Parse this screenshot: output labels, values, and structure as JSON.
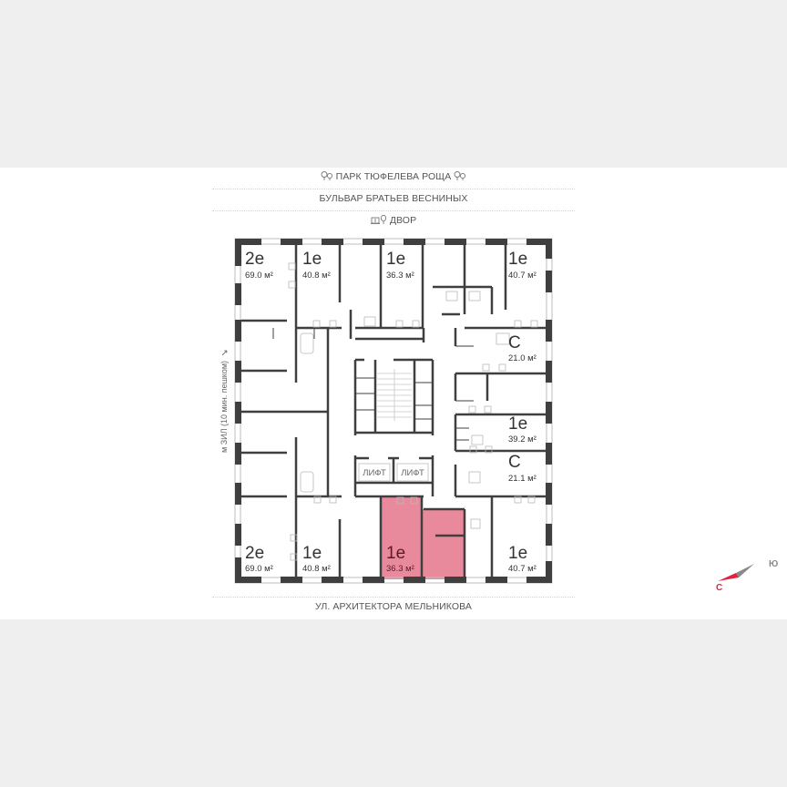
{
  "streets": {
    "park": "ПАРК ТЮФЕЛЕВА РОЩА",
    "boulevard": "БУЛЬВАР БРАТЬЕВ ВЕСНИНЫХ",
    "yard": "ДВОР",
    "street_bottom": "УЛ. АРХИТЕКТОРА МЕЛЬНИКОВА",
    "metro": "м ЗИЛ (10 мин. пешком)"
  },
  "compass": {
    "north": "С",
    "south": "Ю",
    "north_color": "#e0243f",
    "south_color": "#8a8a8a"
  },
  "colors": {
    "wall": "#3f3f3f",
    "highlight": "#e98a9c",
    "background": "#efefef",
    "panel": "#ffffff"
  },
  "lifts": [
    "ЛИФТ",
    "ЛИФТ"
  ],
  "units": [
    {
      "type": "2е",
      "area": "69.0 м²",
      "highlighted": false
    },
    {
      "type": "1е",
      "area": "40.8 м²",
      "highlighted": false
    },
    {
      "type": "1е",
      "area": "36.3 м²",
      "highlighted": false
    },
    {
      "type": "1е",
      "area": "40.7 м²",
      "highlighted": false
    },
    {
      "type": "С",
      "area": "21.0 м²",
      "highlighted": false
    },
    {
      "type": "1е",
      "area": "39.2 м²",
      "highlighted": false
    },
    {
      "type": "С",
      "area": "21.1 м²",
      "highlighted": false
    },
    {
      "type": "2е",
      "area": "69.0 м²",
      "highlighted": false
    },
    {
      "type": "1е",
      "area": "40.8 м²",
      "highlighted": false
    },
    {
      "type": "1е",
      "area": "36.3 м²",
      "highlighted": true
    },
    {
      "type": "1е",
      "area": "40.7 м²",
      "highlighted": false
    }
  ]
}
